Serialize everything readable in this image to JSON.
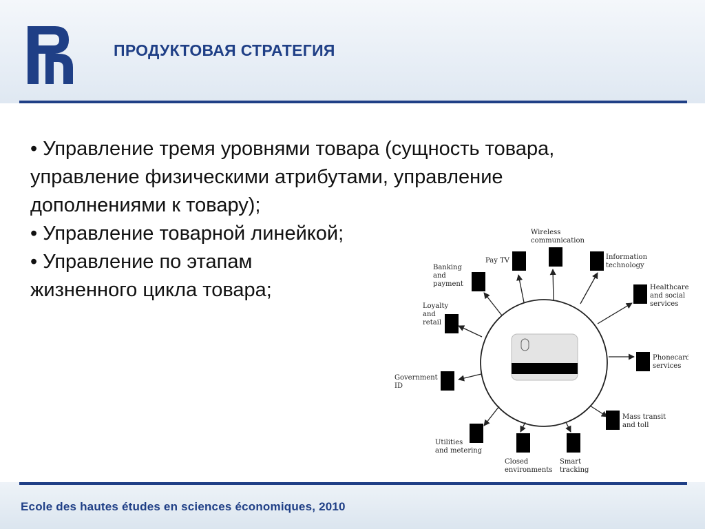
{
  "header": {
    "title": "ПРОДУКТОВАЯ СТРАТЕГИЯ"
  },
  "bullets": [
    "• Управление тремя уровнями товара (сущность товара,",
    "управление физическими атрибутами, управление",
    "дополнениями к товару);",
    "• Управление товарной линейкой;",
    "• Управление по этапам",
    "жизненного цикла товара;"
  ],
  "diagram": {
    "applications": [
      [
        "Wireless",
        "communication"
      ],
      [
        "Information",
        "technology"
      ],
      [
        "Healthcare",
        "and social",
        "services"
      ],
      [
        "Phonecard",
        "services"
      ],
      [
        "Mass transit",
        "and toll"
      ],
      [
        "Smart",
        "tracking"
      ],
      [
        "Closed",
        "environments"
      ],
      [
        "Utilities",
        "and metering"
      ],
      [
        "Government",
        "ID"
      ],
      [
        "Loyalty",
        "and",
        "retail"
      ],
      [
        "Banking",
        "and",
        "payment"
      ],
      [
        "Pay TV"
      ]
    ]
  },
  "footer": {
    "text": "Ecole des hautes études en sciences économiques, 2010"
  }
}
